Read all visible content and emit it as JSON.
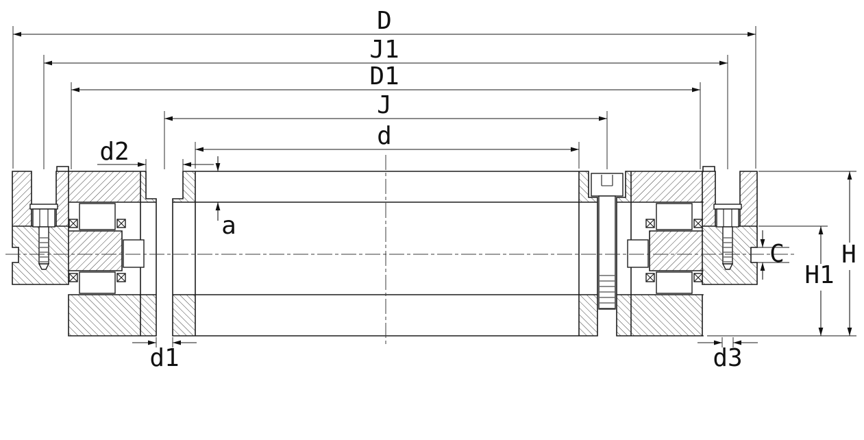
{
  "dims": {
    "D": "D",
    "J1": "J1",
    "D1": "D1",
    "J": "J",
    "d": "d",
    "d2": "d2",
    "a": "a",
    "d1": "d1",
    "d3": "d3",
    "C": "C",
    "H1": "H1",
    "H": "H"
  },
  "colors": {
    "line": "#1c1c1c",
    "hatch": "#2a2a2a",
    "background": "#ffffff"
  }
}
